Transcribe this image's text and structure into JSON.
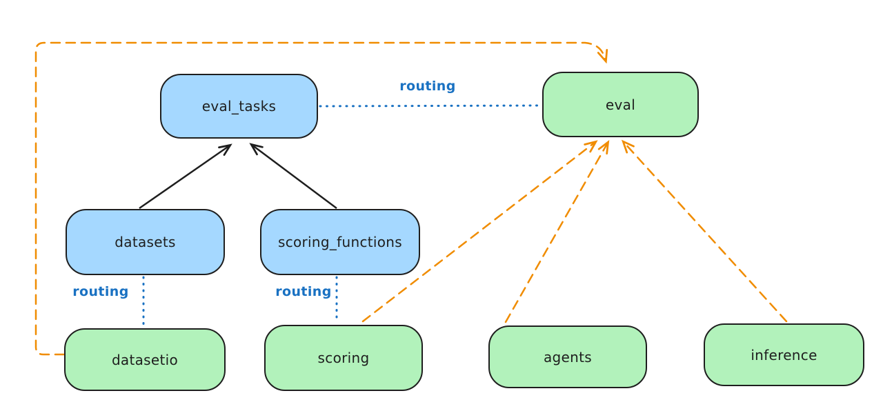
{
  "diagram": {
    "nodes": {
      "eval_tasks": {
        "label": "eval_tasks",
        "kind": "api",
        "fill": "#a5d8ff"
      },
      "eval": {
        "label": "eval",
        "kind": "provider",
        "fill": "#b2f2bb"
      },
      "datasets": {
        "label": "datasets",
        "kind": "api",
        "fill": "#a5d8ff"
      },
      "scoring_functions": {
        "label": "scoring_functions",
        "kind": "api",
        "fill": "#a5d8ff"
      },
      "datasetio": {
        "label": "datasetio",
        "kind": "provider",
        "fill": "#b2f2bb"
      },
      "scoring": {
        "label": "scoring",
        "kind": "provider",
        "fill": "#b2f2bb"
      },
      "agents": {
        "label": "agents",
        "kind": "provider",
        "fill": "#b2f2bb"
      },
      "inference": {
        "label": "inference",
        "kind": "provider",
        "fill": "#b2f2bb"
      }
    },
    "edges": {
      "routing_eval_tasks_to_eval": {
        "label": "routing",
        "style": "dotted-blue",
        "from": "eval_tasks",
        "to": "eval"
      },
      "routing_datasets_to_datasetio": {
        "label": "routing",
        "style": "dotted-blue",
        "from": "datasets",
        "to": "datasetio"
      },
      "routing_scoring_functions_scoring": {
        "label": "routing",
        "style": "dotted-blue",
        "from": "scoring_functions",
        "to": "scoring"
      },
      "datasets_to_eval_tasks": {
        "label": "",
        "style": "solid-black",
        "from": "datasets",
        "to": "eval_tasks"
      },
      "scoring_functions_to_eval_tasks": {
        "label": "",
        "style": "solid-black",
        "from": "scoring_functions",
        "to": "eval_tasks"
      },
      "datasetio_to_eval": {
        "label": "",
        "style": "dashed-orange",
        "from": "datasetio",
        "to": "eval"
      },
      "scoring_to_eval": {
        "label": "",
        "style": "dashed-orange",
        "from": "scoring",
        "to": "eval"
      },
      "agents_to_eval": {
        "label": "",
        "style": "dashed-orange",
        "from": "agents",
        "to": "eval"
      },
      "inference_to_eval": {
        "label": "",
        "style": "dashed-orange",
        "from": "inference",
        "to": "eval"
      }
    },
    "colors": {
      "api_fill": "#a5d8ff",
      "provider_fill": "#b2f2bb",
      "stroke": "#1e1e1e",
      "routing_blue": "#1971c2",
      "dependency_orange": "#f08c00",
      "background": "#ffffff"
    }
  }
}
